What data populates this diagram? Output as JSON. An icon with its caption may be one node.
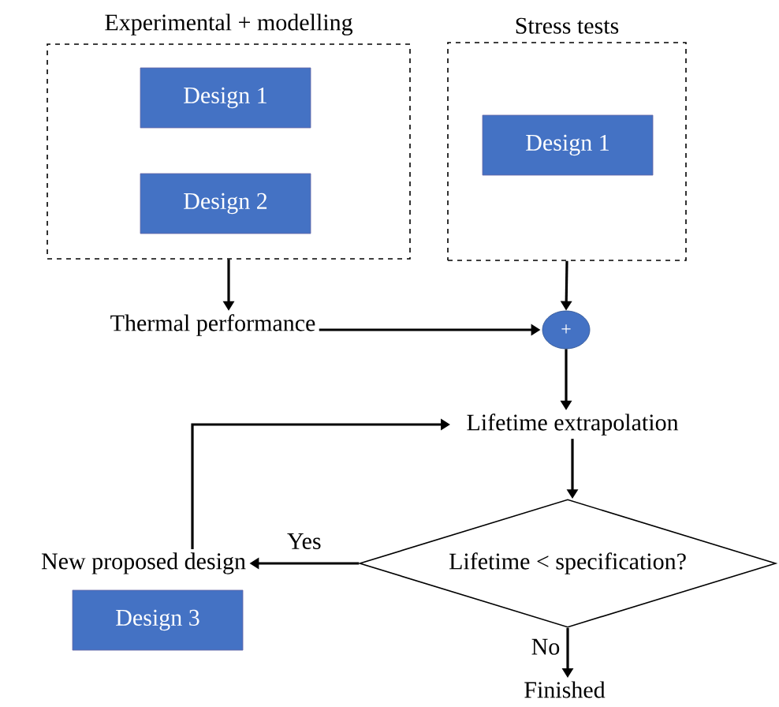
{
  "diagram": {
    "nodes": [
      {
        "text": [
          "Experimental + modelling"
        ]
      },
      {
        "text": [
          "Design 1"
        ],
        "in": 0
      },
      {
        "text": [
          "Design 2"
        ],
        "in": 0
      },
      {
        "text": [
          "Stress tests"
        ]
      },
      {
        "text": [
          "Design 1"
        ],
        "in": 3
      },
      {
        "text": [
          "Thermal performance"
        ]
      },
      {
        "text": [
          "+"
        ]
      },
      {
        "text": [
          "Lifetime extrapolation"
        ]
      },
      {
        "text": [
          "Lifetime < specification?"
        ]
      },
      {
        "text": [
          "New proposed design"
        ]
      },
      {
        "text": [
          "Design 3"
        ]
      },
      {
        "text": [
          "Finished"
        ]
      }
    ],
    "edges": [
      {
        "from": 0,
        "to": 5,
        "arrow": "to"
      },
      {
        "from": 3,
        "to": 6,
        "arrow": "to"
      },
      {
        "from": 5,
        "to": 6,
        "arrow": "to"
      },
      {
        "from": 6,
        "to": 7,
        "arrow": "to"
      },
      {
        "from": 7,
        "to": 8,
        "arrow": "to"
      },
      {
        "from": 8,
        "to": 9,
        "arrow": "to",
        "label": "Yes"
      },
      {
        "from": 9,
        "to": 7,
        "arrow": "to"
      },
      {
        "from": 8,
        "to": 11,
        "arrow": "to",
        "label": "No"
      }
    ]
  }
}
